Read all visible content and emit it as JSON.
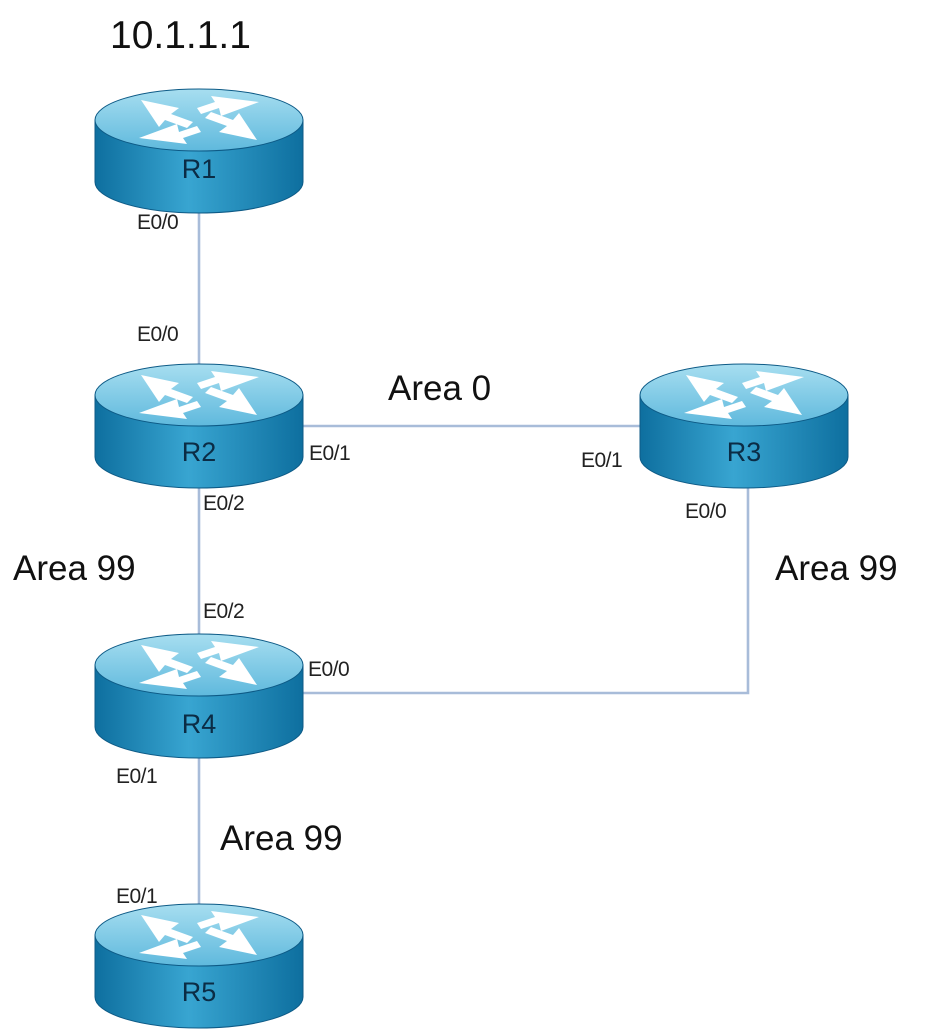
{
  "colors": {
    "router_top": "#7fcbe6",
    "router_side_light": "#38a5d1",
    "router_side_dark": "#0e6f9f",
    "link": "#a8bcd9"
  },
  "top_label": "10.1.1.1",
  "routers": {
    "r1": {
      "name": "R1",
      "icon": "router-icon"
    },
    "r2": {
      "name": "R2",
      "icon": "router-icon"
    },
    "r3": {
      "name": "R3",
      "icon": "router-icon"
    },
    "r4": {
      "name": "R4",
      "icon": "router-icon"
    },
    "r5": {
      "name": "R5",
      "icon": "router-icon"
    }
  },
  "interfaces": {
    "r1_e00": "E0/0",
    "r2_e00": "E0/0",
    "r2_e01": "E0/1",
    "r2_e02": "E0/2",
    "r3_e01": "E0/1",
    "r3_e00": "E0/0",
    "r4_e02": "E0/2",
    "r4_e00": "E0/0",
    "r4_e01": "E0/1",
    "r5_e01": "E0/1"
  },
  "areas": {
    "r2_r3": "Area 0",
    "r2_r4": "Area 99",
    "r3_r4": "Area 99",
    "r4_r5": "Area 99"
  }
}
